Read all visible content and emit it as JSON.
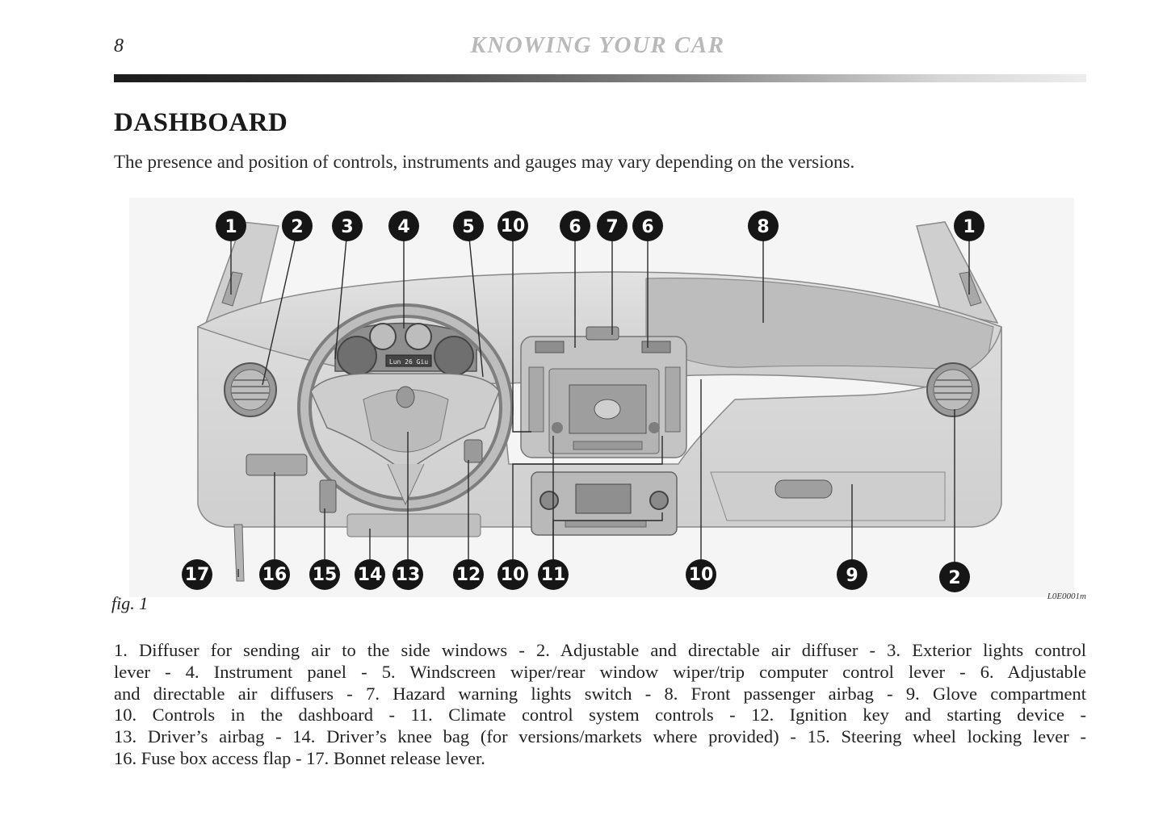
{
  "header": {
    "page_number": "8",
    "running_title": "KNOWING YOUR CAR"
  },
  "section": {
    "title": "DASHBOARD",
    "intro": "The presence and position of controls, instruments and gauges may vary depending on the versions."
  },
  "figure": {
    "label": "fig. 1",
    "code": "L0E0001m",
    "display_text": "Lun 26 Giu",
    "callouts": [
      "1",
      "2",
      "3",
      "4",
      "5",
      "10",
      "6",
      "7",
      "6",
      "8",
      "1",
      "17",
      "16",
      "15",
      "14",
      "13",
      "12",
      "10",
      "11",
      "10",
      "9",
      "2"
    ]
  },
  "legend": {
    "lines": [
      "1. Diffuser for sending air to the side windows - 2. Adjustable and directable air diffuser - 3. Exterior lights control",
      "lever - 4. Instrument panel - 5. Windscreen wiper/rear window wiper/trip computer control lever - 6. Adjustable",
      "and directable air diffusers - 7. Hazard warning lights switch - 8. Front passenger airbag - 9. Glove compartment",
      "10. Controls in the dashboard - 11. Climate control system controls - 12. Ignition key and starting device -",
      "13. Driver’s airbag - 14. Driver’s knee bag (for versions/markets where provided) - 15. Steering wheel locking lever -",
      "16. Fuse box access flap - 17. Bonnet release lever."
    ]
  }
}
